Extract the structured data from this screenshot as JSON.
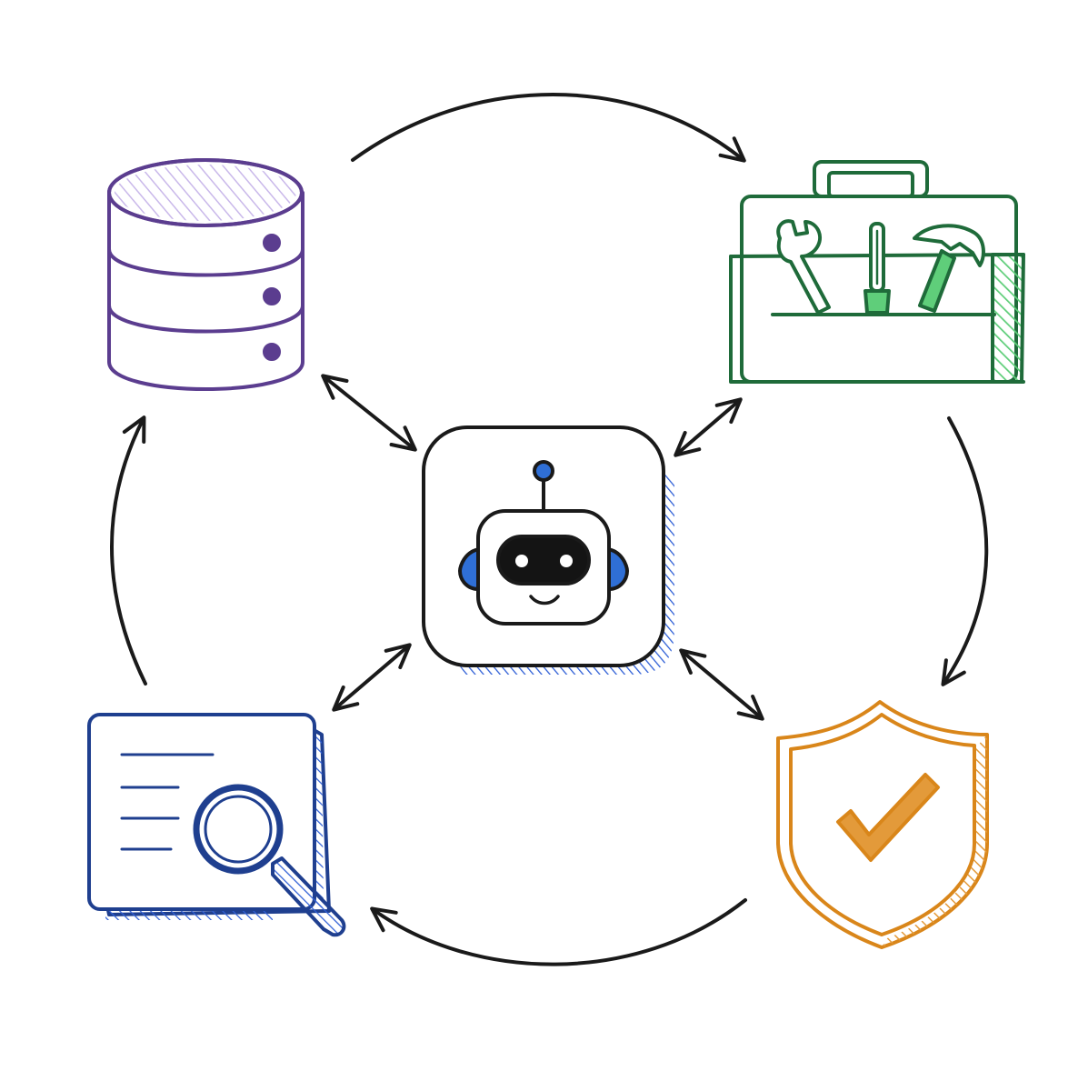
{
  "diagram": {
    "type": "agent-hub-cycle",
    "center": {
      "icon": "robot-icon",
      "color": "#2f6fd6"
    },
    "nodes": [
      {
        "id": "database",
        "icon": "database-icon",
        "color": "#5b3d8f",
        "accent": "#c9b8ea"
      },
      {
        "id": "toolbox",
        "icon": "toolbox-icon",
        "color": "#1f6b3a",
        "accent": "#5fce7a"
      },
      {
        "id": "shield",
        "icon": "shield-check-icon",
        "color": "#d9861a",
        "accent": "#e39a3a"
      },
      {
        "id": "document-search",
        "icon": "document-search-icon",
        "color": "#1f3f8f",
        "accent": "#2f5fd6"
      }
    ],
    "cycle_order": [
      "database",
      "toolbox",
      "shield",
      "document-search"
    ],
    "hub_links": "bidirectional",
    "ink_color": "#1a1a1a"
  }
}
